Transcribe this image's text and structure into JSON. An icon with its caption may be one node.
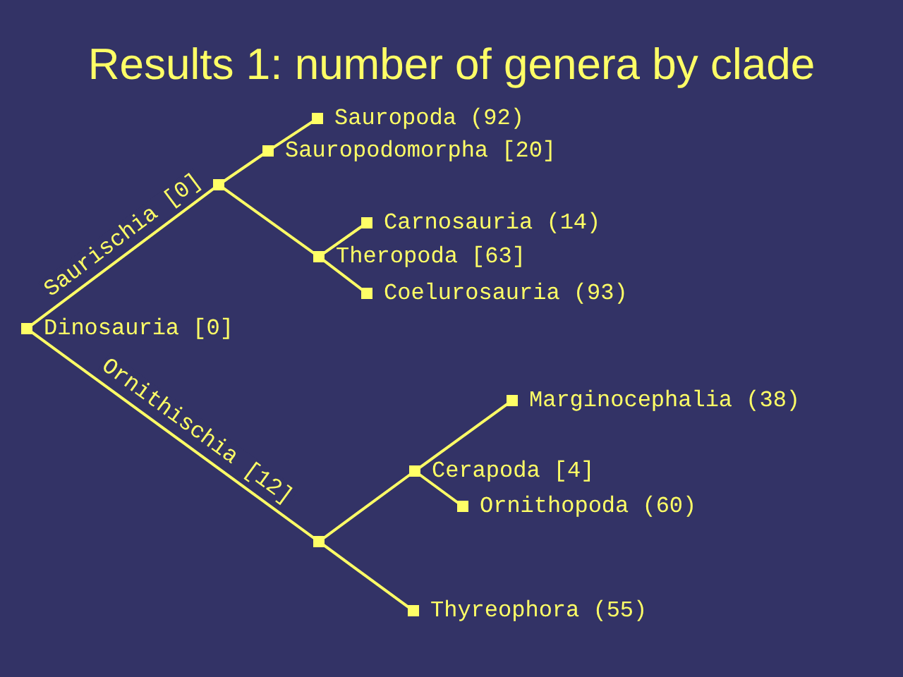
{
  "diagram": {
    "title": "Results 1: number of genera by clade",
    "nodes": [
      {
        "text": [
          "Dinosauria [0]"
        ]
      },
      {
        "text": [],
        "shape": "box"
      },
      {
        "text": [
          "Sauropodomorpha [20]"
        ]
      },
      {
        "text": [
          "Sauropoda (92)"
        ]
      },
      {
        "text": [
          "Theropoda [63]"
        ]
      },
      {
        "text": [
          "Carnosauria (14)"
        ]
      },
      {
        "text": [
          "Coelurosauria (93)"
        ]
      },
      {
        "text": [],
        "shape": "box"
      },
      {
        "text": [
          "Cerapoda [4]"
        ]
      },
      {
        "text": [
          "Marginocephalia (38)"
        ]
      },
      {
        "text": [
          "Ornithopoda (60)"
        ]
      },
      {
        "text": [
          "Thyreophora (55)"
        ]
      }
    ],
    "edges": [
      {
        "from": 0,
        "to": 1,
        "arrow": "none",
        "label": "Saurischia [0]"
      },
      {
        "from": 1,
        "to": 2,
        "arrow": "none"
      },
      {
        "from": 2,
        "to": 3,
        "arrow": "none"
      },
      {
        "from": 1,
        "to": 4,
        "arrow": "none"
      },
      {
        "from": 4,
        "to": 5,
        "arrow": "none"
      },
      {
        "from": 4,
        "to": 6,
        "arrow": "none"
      },
      {
        "from": 0,
        "to": 7,
        "arrow": "none",
        "label": "Ornithischia [12]"
      },
      {
        "from": 7,
        "to": 8,
        "arrow": "none"
      },
      {
        "from": 8,
        "to": 9,
        "arrow": "none"
      },
      {
        "from": 8,
        "to": 10,
        "arrow": "none"
      },
      {
        "from": 7,
        "to": 11,
        "arrow": "none"
      }
    ]
  }
}
